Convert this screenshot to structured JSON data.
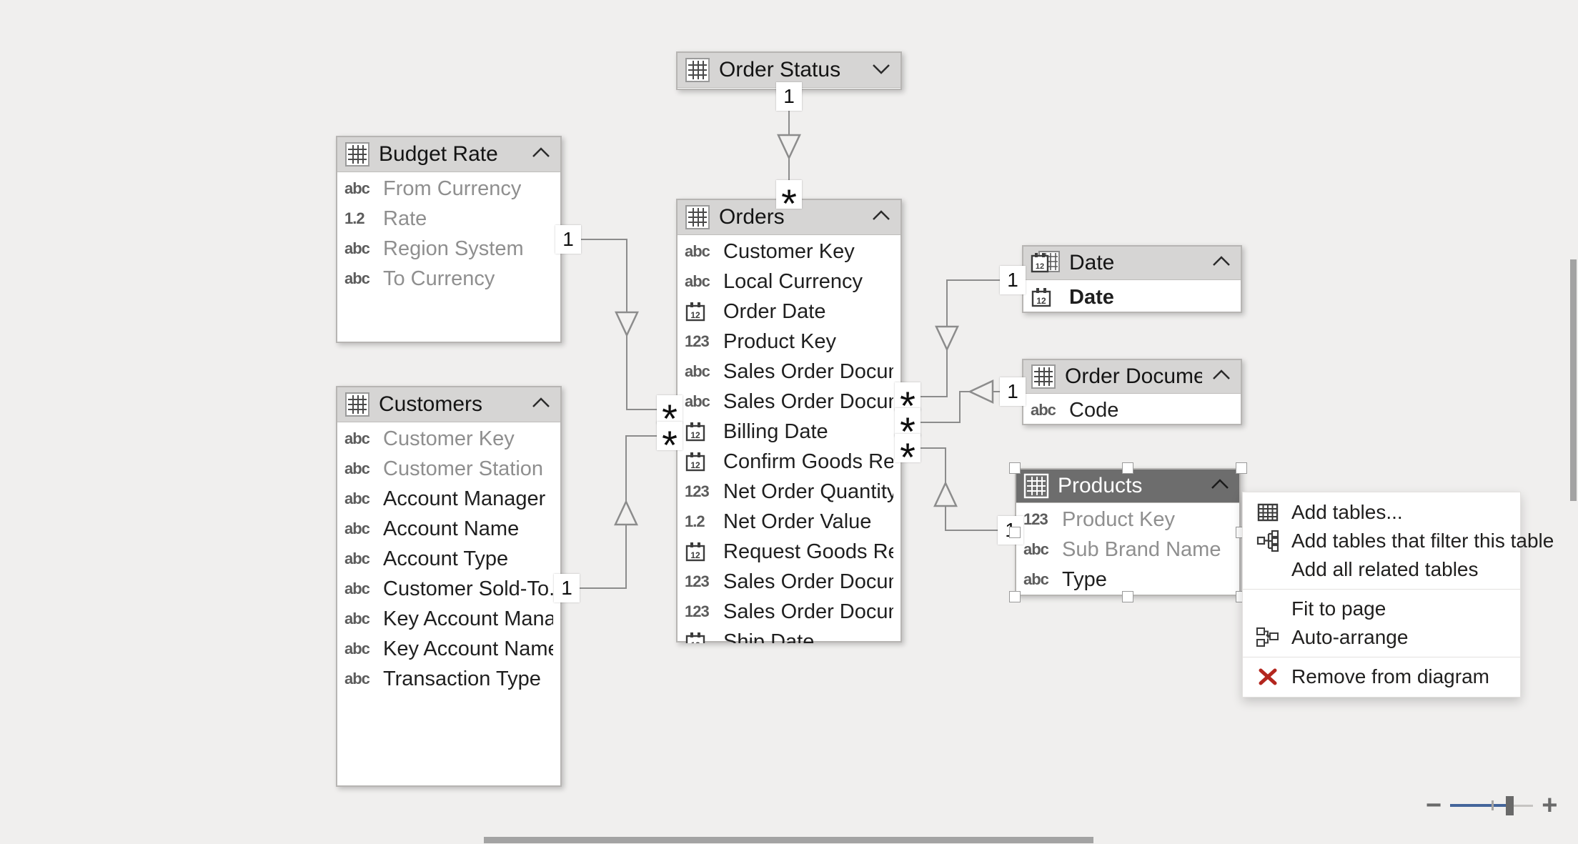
{
  "view": {
    "name": "Model view diagram",
    "background": "#f0efee"
  },
  "colors": {
    "table_header": "#d6d5d4",
    "selected_table_header": "#6d6d6d",
    "relationship_line": "#8c8c8c",
    "muted_field_text": "#8f8f8f",
    "zoom_accent_blue": "#44659b",
    "remove_icon_red": "#b3261e"
  },
  "tables": {
    "order_status": {
      "title": "Order Status",
      "collapsed": true,
      "fields": []
    },
    "budget_rate": {
      "title": "Budget Rate",
      "fields": [
        {
          "icon": "abc",
          "label": "From Currency",
          "muted": true
        },
        {
          "icon": "1.2",
          "label": "Rate",
          "muted": true
        },
        {
          "icon": "abc",
          "label": "Region System",
          "muted": true
        },
        {
          "icon": "abc",
          "label": "To Currency",
          "muted": true
        }
      ]
    },
    "customers": {
      "title": "Customers",
      "fields": [
        {
          "icon": "abc",
          "label": "Customer Key",
          "muted": true
        },
        {
          "icon": "abc",
          "label": "Customer Station",
          "muted": true
        },
        {
          "icon": "abc",
          "label": "Account Manager"
        },
        {
          "icon": "abc",
          "label": "Account Name"
        },
        {
          "icon": "abc",
          "label": "Account Type"
        },
        {
          "icon": "abc",
          "label": "Customer Sold-To..."
        },
        {
          "icon": "abc",
          "label": "Key Account Manag..."
        },
        {
          "icon": "abc",
          "label": "Key Account Name"
        },
        {
          "icon": "abc",
          "label": "Transaction Type"
        }
      ]
    },
    "orders": {
      "title": "Orders",
      "fields": [
        {
          "icon": "abc",
          "label": "Customer Key"
        },
        {
          "icon": "abc",
          "label": "Local Currency"
        },
        {
          "icon": "cal",
          "label": "Order Date"
        },
        {
          "icon": "123",
          "label": "Product Key"
        },
        {
          "icon": "abc",
          "label": "Sales Order Docum..."
        },
        {
          "icon": "abc",
          "label": "Sales Order Docum..."
        },
        {
          "icon": "cal",
          "label": "Billing Date"
        },
        {
          "icon": "cal",
          "label": "Confirm Goods Rec..."
        },
        {
          "icon": "123",
          "label": "Net Order Quantity"
        },
        {
          "icon": "1.2",
          "label": "Net Order Value"
        },
        {
          "icon": "cal",
          "label": "Request Goods Rec..."
        },
        {
          "icon": "123",
          "label": "Sales Order Docum..."
        },
        {
          "icon": "123",
          "label": "Sales Order Docum..."
        },
        {
          "icon": "cal",
          "label": "Ship Date"
        }
      ]
    },
    "date": {
      "title": "Date",
      "fields": [
        {
          "icon": "cal",
          "label": "Date",
          "bold": true
        }
      ]
    },
    "order_documents": {
      "title": "Order Documen...",
      "fields": [
        {
          "icon": "abc",
          "label": "Code"
        }
      ]
    },
    "products": {
      "title": "Products",
      "selected": true,
      "fields": [
        {
          "icon": "123",
          "label": "Product Key",
          "muted": true
        },
        {
          "icon": "abc",
          "label": "Sub Brand Name",
          "muted": true
        },
        {
          "icon": "abc",
          "label": "Type"
        }
      ]
    }
  },
  "relationships": [
    {
      "from": "Order Status",
      "to": "Orders",
      "from_card": "1",
      "to_card": "*"
    },
    {
      "from": "Budget Rate",
      "to": "Orders",
      "from_card": "1",
      "to_card": "*"
    },
    {
      "from": "Customers",
      "to": "Orders",
      "from_card": "1",
      "to_card": "*"
    },
    {
      "from": "Date",
      "to": "Orders",
      "from_card": "1",
      "to_card": "*"
    },
    {
      "from": "Order Documen...",
      "to": "Orders",
      "from_card": "1",
      "to_card": "*"
    },
    {
      "from": "Products",
      "to": "Orders",
      "from_card": "1",
      "to_card": "*"
    }
  ],
  "context_menu": {
    "items": [
      {
        "icon": "add-tables-icon",
        "label": "Add tables..."
      },
      {
        "icon": "filter-tables-icon",
        "label": "Add tables that filter this table"
      },
      {
        "label": "Add all related tables"
      },
      {
        "label": "Fit to page"
      },
      {
        "icon": "auto-arrange-icon",
        "label": "Auto-arrange"
      },
      {
        "icon": "remove-icon",
        "label": "Remove from diagram"
      }
    ]
  },
  "zoom_control": {
    "minus": "−",
    "plus": "+"
  }
}
